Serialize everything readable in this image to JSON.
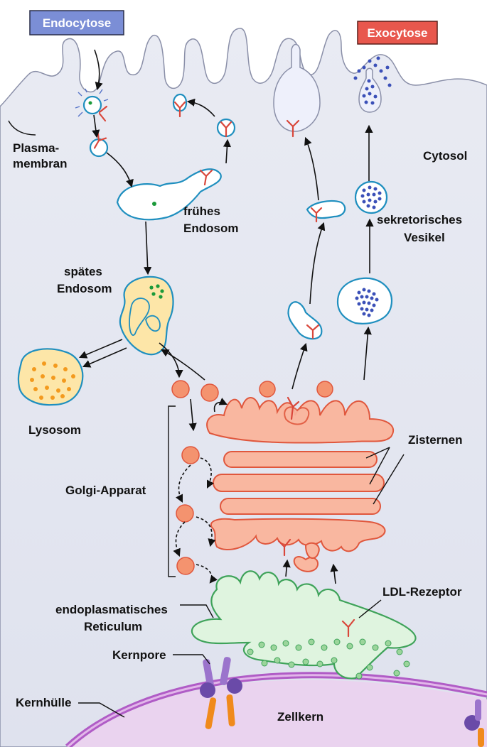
{
  "tags": {
    "endocytosis": "Endocytose",
    "exocytosis": "Exocytose",
    "endocytosis_color": "#7b8ed6",
    "exocytosis_color": "#e8574d"
  },
  "labels": {
    "plasma_membrane_line1": "Plasma-",
    "plasma_membrane_line2": "membran",
    "cytosol": "Cytosol",
    "early_endosome_line1": "frühes",
    "early_endosome_line2": "Endosom",
    "late_endosome_line1": "spätes",
    "late_endosome_line2": "Endosom",
    "lysosome": "Lysosom",
    "secretory_vesicle_line1": "sekretorisches",
    "secretory_vesicle_line2": "Vesikel",
    "cisternae": "Zisternen",
    "golgi": "Golgi-Apparat",
    "ldl_receptor": "LDL-Rezeptor",
    "er_line1": "endoplasmatisches",
    "er_line2": "Reticulum",
    "nuclear_pore": "Kernpore",
    "nuclear_envelope": "Kernhülle",
    "nucleus": "Zellkern"
  },
  "colors": {
    "cytosol": "#e6e8f2",
    "membrane": "#1f8fbf",
    "receptor": "#d9473b",
    "golgi_fill": "#f9b7a0",
    "golgi_stroke": "#e0573d",
    "er_fill": "#dff4df",
    "er_stroke": "#3fa35a",
    "lysosome_fill": "#fde6a8",
    "lysosome_dots": "#f39a1e",
    "nucleus_fill": "#ead3ef",
    "nuclear_envelope": "#b05cc6",
    "pore_complex": "#6a4aa8",
    "pore_channel": "#f08a1c",
    "secretory_content": "#3b50b8"
  },
  "icons": {
    "receptor": "y-shaped-receptor-icon",
    "vesicle": "round-vesicle-icon"
  }
}
